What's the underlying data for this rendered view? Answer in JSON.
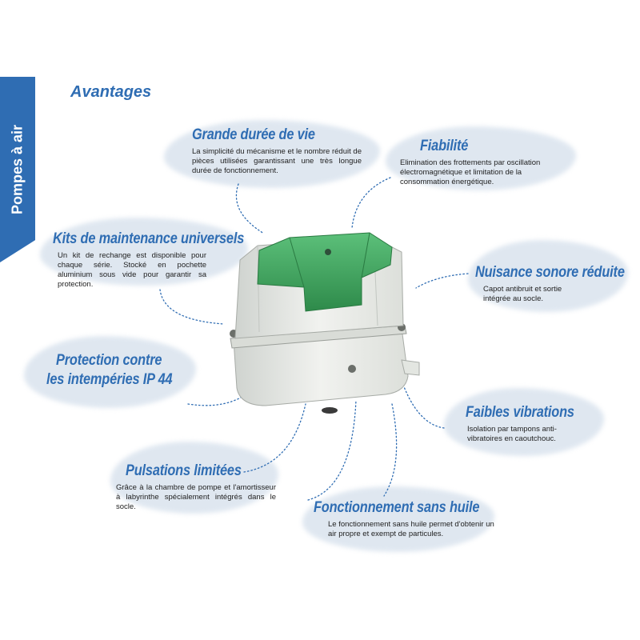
{
  "side_tab": {
    "label": "Pompes à air"
  },
  "heading": "Avantages",
  "features": [
    {
      "title": "Grande durée de vie",
      "text": "La simplicité du mécanisme et le nombre réduit de pièces utilisées garantissant une très longue durée de fonctionnement."
    },
    {
      "title": "Fiabilité",
      "text": "Elimination des frottements par oscillation électromagnétique et limitation de la consommation énergétique."
    },
    {
      "title": "Kits de maintenance universels",
      "text": "Un kit de rechange est disponible pour chaque série. Stocké en pochette aluminium sous vide pour garantir sa protection."
    },
    {
      "title": "Nuisance sonore réduite",
      "text": "Capot antibruit et sortie intégrée au socle."
    },
    {
      "title_line1": "Protection contre",
      "title_line2": "les intempéries IP 44"
    },
    {
      "title": "Faibles vibrations",
      "text": "Isolation par tampons anti-vibratoires en caoutchouc."
    },
    {
      "title": "Pulsations limitées",
      "text": "Grâce à la chambre de pompe et l'amortisseur à labyrinthe spécialement intégrés dans le socle."
    },
    {
      "title": "Fonctionnement sans huile",
      "text": "Le fonctionnement sans huile permet d'obtenir un air propre et exempt de particules."
    }
  ],
  "colors": {
    "accent": "#2f6db3",
    "blob": "#dce5ef",
    "pump_lid": "#3aa85a",
    "pump_body": "#e9ebe8"
  }
}
